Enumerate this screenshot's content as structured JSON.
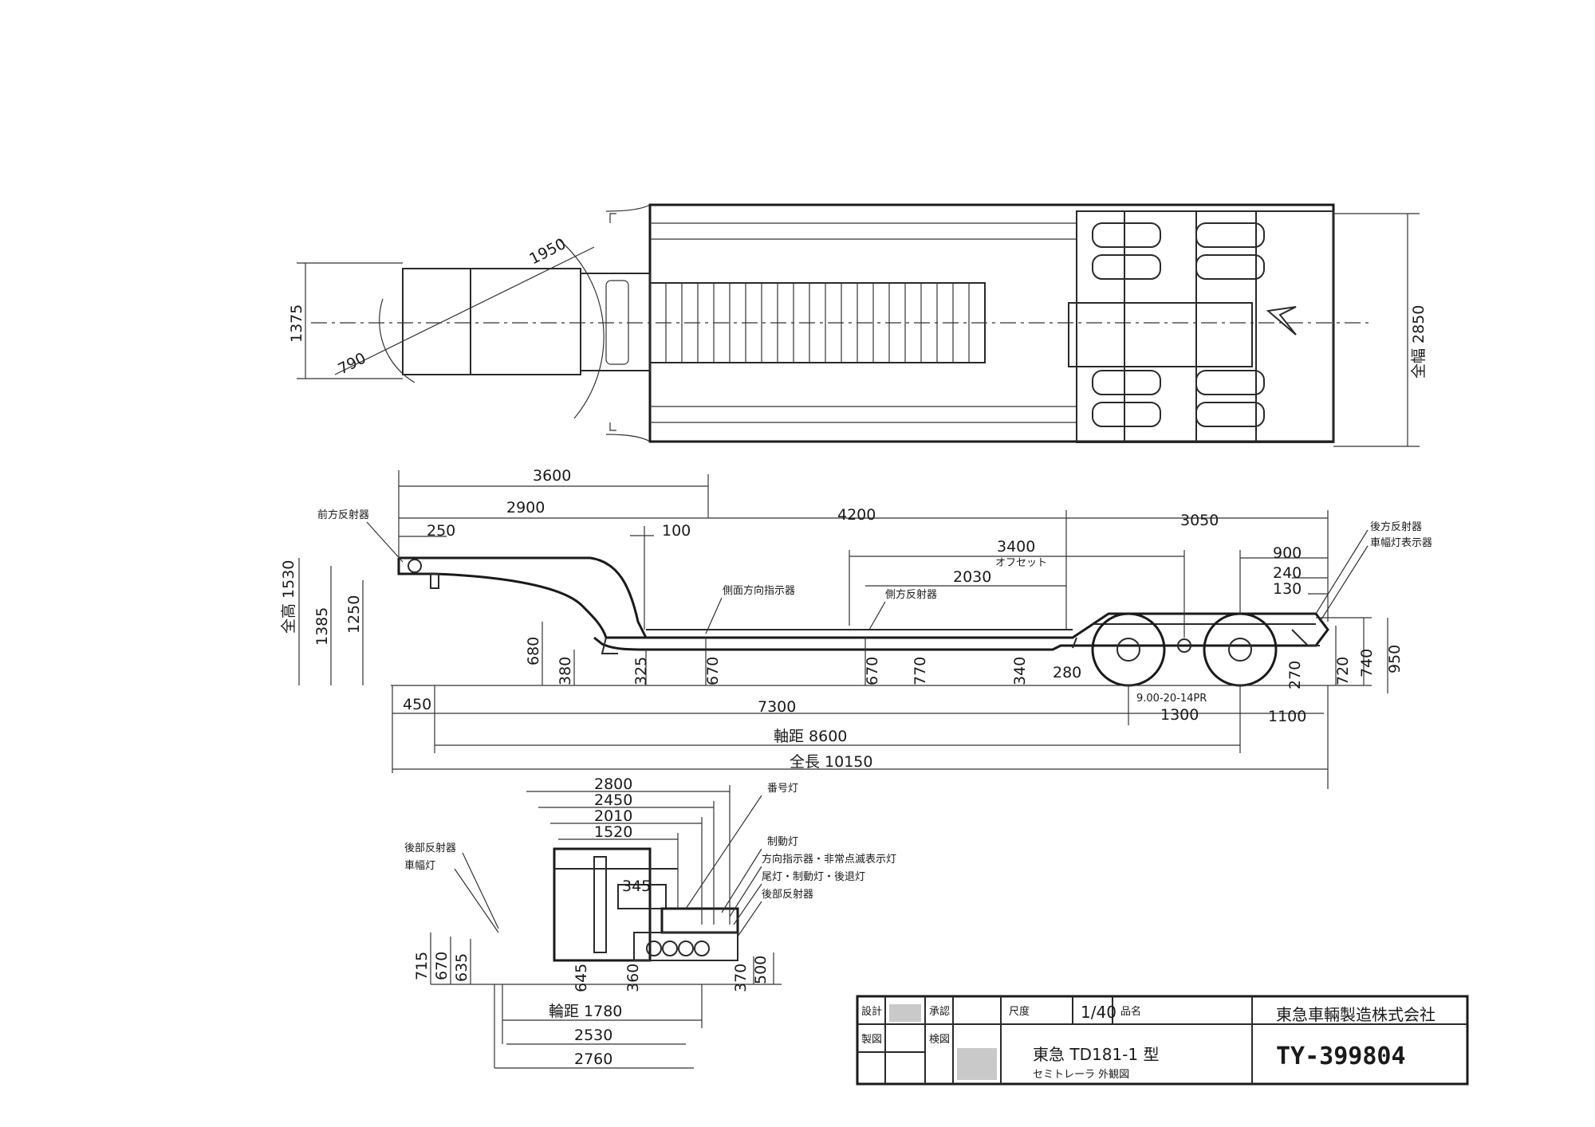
{
  "plan_view": {
    "dims": {
      "cab_width": "1375",
      "turn_radius": "1950",
      "kingpin_offset": "790",
      "overall_width": "全幅 2850"
    }
  },
  "side_view": {
    "dims": {
      "d3600": "3600",
      "d2900": "2900",
      "d250": "250",
      "d100": "100",
      "d4200": "4200",
      "d3050": "3050",
      "d3400": "3400",
      "offset": "オフセット",
      "d2030": "2030",
      "d900": "900",
      "d240": "240",
      "d130": "130",
      "height_total": "全高 1530",
      "d1385": "1385",
      "d1250": "1250",
      "d680": "680",
      "d380": "380",
      "d325": "325",
      "d670a": "670",
      "d670b": "670",
      "d770": "770",
      "d340": "340",
      "d280": "280",
      "d270": "270",
      "d720": "720",
      "d740": "740",
      "d950": "950",
      "tire": "9.00-20-14PR",
      "d450": "450",
      "d7300": "7300",
      "d1300": "1300",
      "d1100": "1100",
      "wheelbase": "軸距 8600",
      "overall_length": "全長 10150"
    },
    "labels": {
      "front_reflector": "前方反射器",
      "side_marker": "側面方向指示器",
      "side_reflector": "側方反射器",
      "rear_reflector": "後方反射器",
      "rear_marker": "車幅灯表示器"
    }
  },
  "rear_view": {
    "dims": {
      "d2800": "2800",
      "d2450": "2450",
      "d2010": "2010",
      "d1520": "1520",
      "d345": "345",
      "d715": "715",
      "d670": "670",
      "d635": "635",
      "d645": "645",
      "d360": "360",
      "d370": "370",
      "d500": "500",
      "track": "輪距 1780",
      "d2530": "2530",
      "d2760": "2760"
    },
    "labels": {
      "rear_reflector": "後部反射器",
      "width_lamp": "車幅灯",
      "number_lamp": "番号灯",
      "stop_lamp": "制動灯",
      "turn_signal": "方向指示器・非常点滅表示灯",
      "tail_lamp": "尾灯・制動灯・後退灯",
      "rear_reflector2": "後部反射器"
    }
  },
  "title_block": {
    "scale_label": "尺度",
    "scale": "1/40",
    "approval": "承認",
    "check": "検図",
    "design": "設計",
    "drawn": "製図",
    "name_label": "品名",
    "company": "東急車輛製造株式会社",
    "model": "東急 TD181-1 型",
    "subtitle": "セミトレーラ 外観図",
    "drawing_number": "TY-399804"
  }
}
